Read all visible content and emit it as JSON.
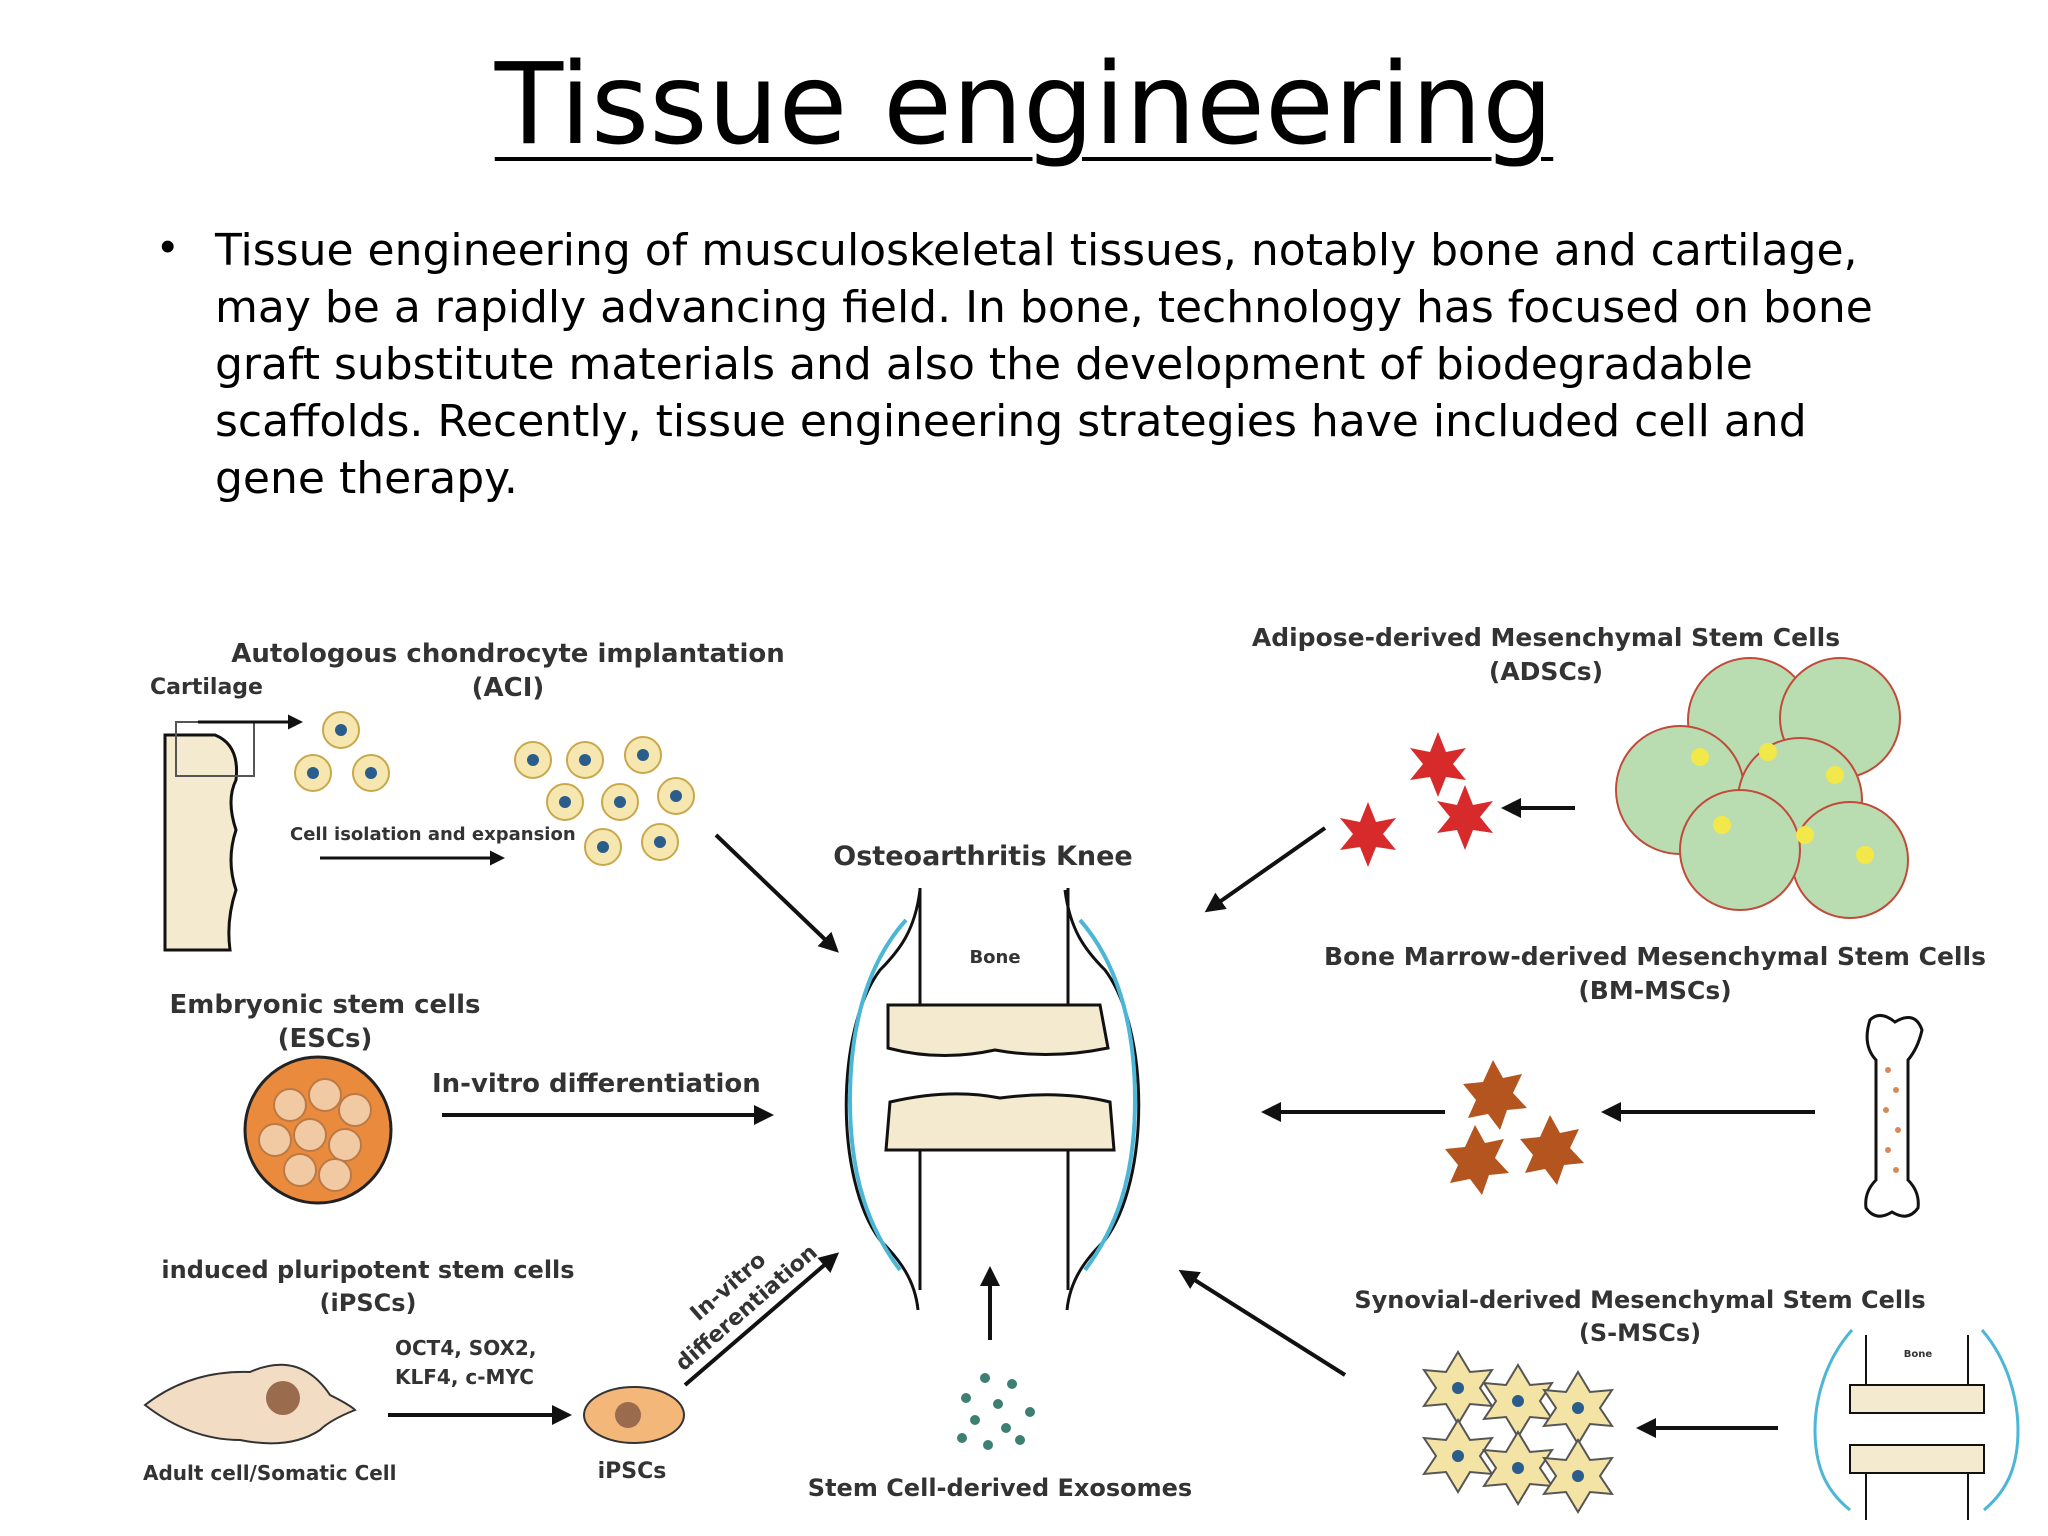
{
  "slide": {
    "title": "Tissue engineering",
    "bullet": "Tissue engineering of musculoskeletal tissues, notably bone and cartilage, may be a rapidly advancing field. In bone, technology has focused on bone graft substitute materials and also the development of biodegradable scaffolds. Recently, tissue engineering strategies have included cell and gene therapy."
  },
  "diagram": {
    "center_title": "Osteoarthritis Knee",
    "bone_label": "Bone",
    "aci": {
      "title_line1": "Autologous chondrocyte implantation",
      "title_line2": "(ACI)",
      "cartilage": "Cartilage",
      "isolation": "Cell isolation and expansion"
    },
    "esc": {
      "title_line1": "Embryonic stem cells",
      "title_line2": "(ESCs)",
      "step": "In-vitro differentiation"
    },
    "ipsc": {
      "title_line1": "induced pluripotent stem cells",
      "title_line2": "(iPSCs)",
      "factors_line1": "OCT4, SOX2,",
      "factors_line2": "KLF4, c-MYC",
      "adult_cell": "Adult cell/Somatic Cell",
      "ipsc_label": "iPSCs",
      "step_line1": "In-vitro",
      "step_line2": "differentiation"
    },
    "exosomes": "Stem Cell-derived Exosomes",
    "adsc": {
      "title_line1": "Adipose-derived Mesenchymal Stem Cells",
      "title_line2": "(ADSCs)"
    },
    "bmmsc": {
      "title_line1": "Bone Marrow-derived Mesenchymal Stem Cells",
      "title_line2": "(BM-MSCs)"
    },
    "smsc": {
      "title_line1": "Synovial-derived Mesenchymal Stem Cells",
      "title_line2": "(S-MSCs)",
      "mini_bone": "Bone"
    }
  },
  "colors": {
    "cell_fill": "#f6e7b0",
    "nucleus": "#2b5d8c",
    "bone_fill": "#f3ead0",
    "synovium": "#4cb6d6",
    "esc_fill": "#e98a3c",
    "adipocyte": "#b9dcb0",
    "adsc_red": "#d72a2a",
    "bm_brown": "#b4541e"
  }
}
